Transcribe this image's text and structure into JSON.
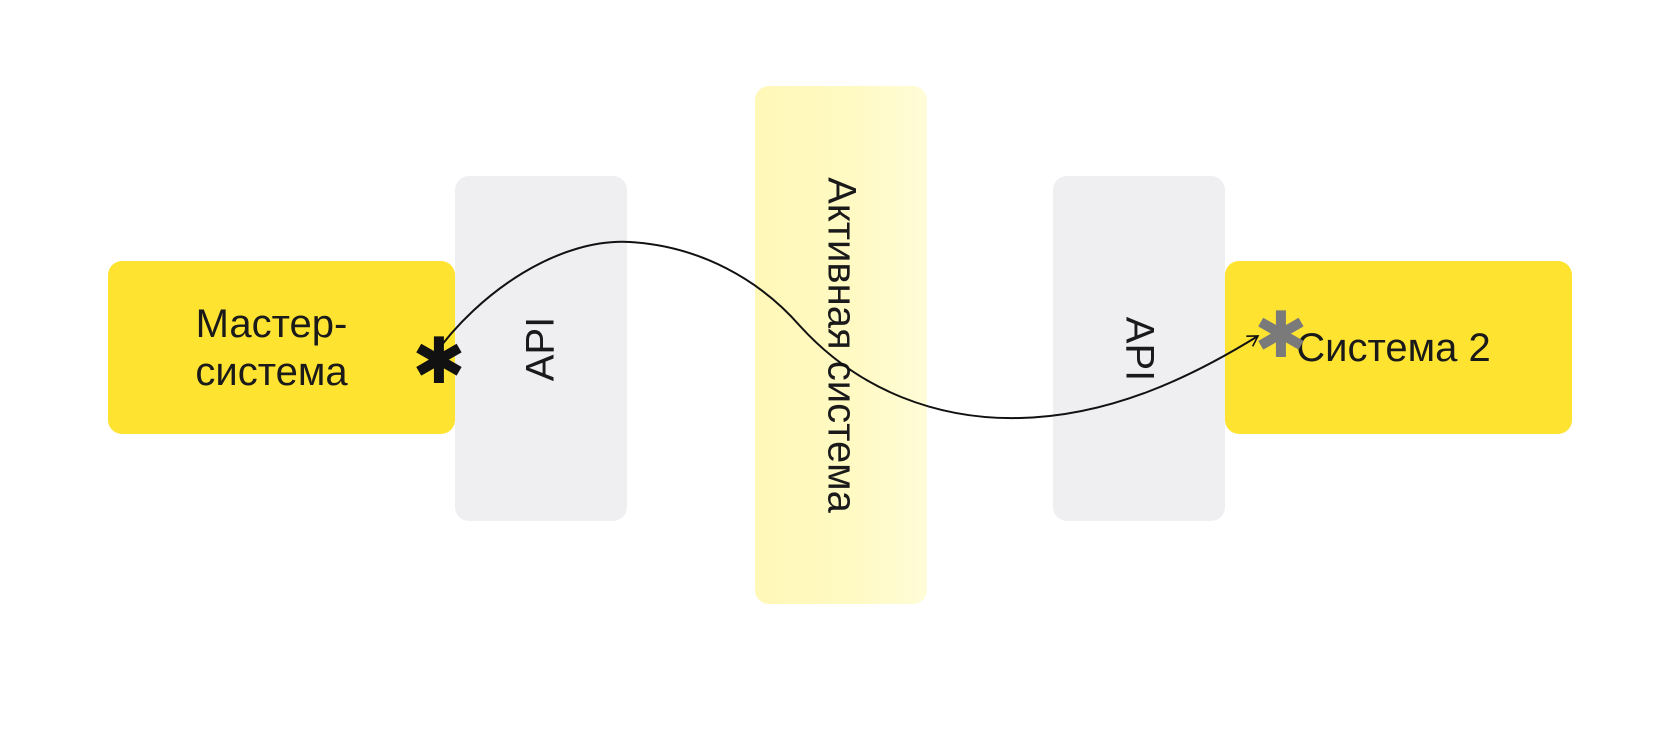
{
  "nodes": {
    "master": {
      "label": "Мастер-\nсистема"
    },
    "api_left": {
      "label": "API"
    },
    "active": {
      "label": "Активная система"
    },
    "api_right": {
      "label": "API"
    },
    "system2": {
      "label": "Система 2"
    }
  },
  "markers": {
    "start": "✱",
    "end": "✱"
  },
  "colors": {
    "system_fill": "#ffe331",
    "api_fill": "#efeef1",
    "active_fill": "#fff8b8",
    "connector": "#111111",
    "end_marker": "#7a7a7a"
  }
}
